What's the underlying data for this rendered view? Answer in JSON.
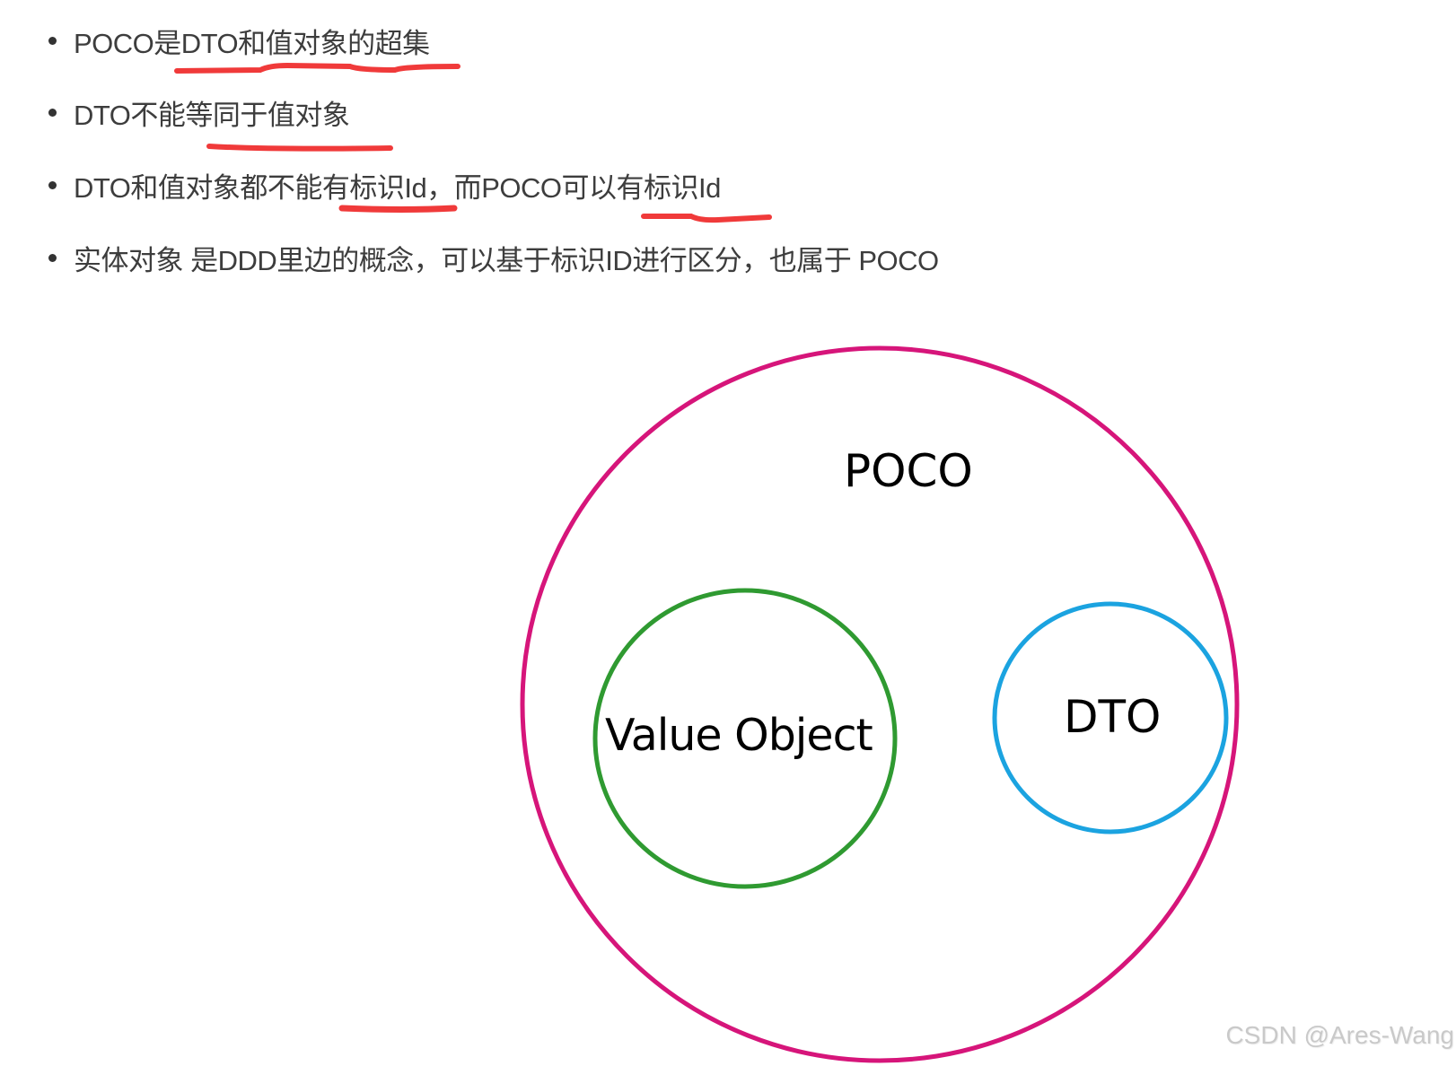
{
  "bullets": [
    {
      "text": "POCO是DTO和值对象的超集"
    },
    {
      "text": "DTO不能等同于值对象"
    },
    {
      "text": "DTO和值对象都不能有标识Id，而POCO可以有标识Id"
    },
    {
      "text": "实体对象 是DDD里边的概念，可以基于标识ID进行区分，也属于 POCO"
    }
  ],
  "diagram": {
    "outer": {
      "label": "POCO",
      "color": "#d6157a"
    },
    "left": {
      "label": "Value Object",
      "color": "#2f9a31"
    },
    "right": {
      "label": "DTO",
      "color": "#1ba3e0"
    }
  },
  "annotation_color": "#f03a3a",
  "watermark": "CSDN @Ares-Wang"
}
